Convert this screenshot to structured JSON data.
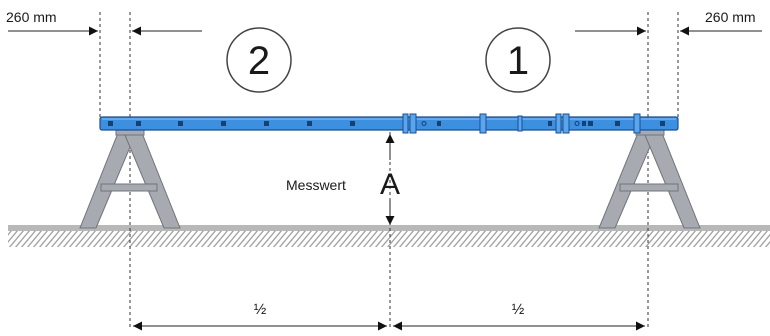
{
  "labels": {
    "left_offset": "260 mm",
    "right_offset": "260 mm",
    "section_left": "2",
    "section_right": "1",
    "measurement_word": "Messwert",
    "measurement_symbol": "A",
    "half_left": "½",
    "half_right": "½"
  },
  "colors": {
    "beam_fill": "#3d8fe0",
    "beam_stroke": "#1b4f8f",
    "trestle": "#a7abb1",
    "trestle_stroke": "#6f747b",
    "ground": "#b8b8b8"
  }
}
